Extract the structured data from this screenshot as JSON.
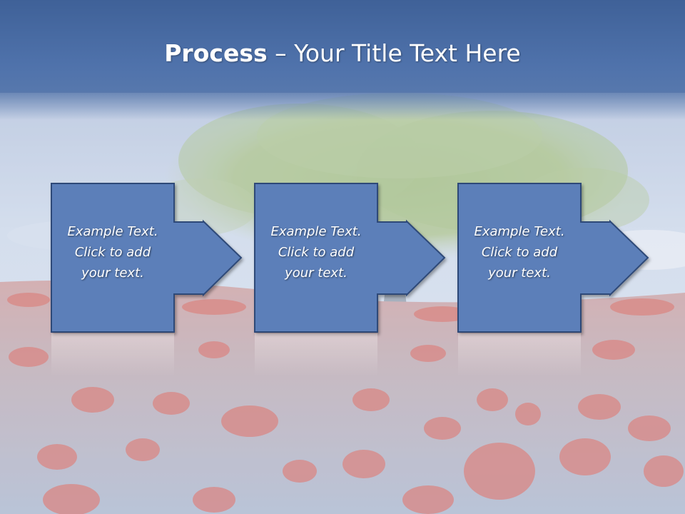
{
  "slide": {
    "title_bold": "Process",
    "title_rest": " – Your Title Text Here",
    "steps": [
      {
        "lines": [
          "Example Text.",
          "Click  to add",
          "your text."
        ]
      },
      {
        "lines": [
          "Example Text.",
          "Click  to add",
          "your text."
        ]
      },
      {
        "lines": [
          "Example Text.",
          "Click  to add",
          "your text."
        ]
      }
    ]
  },
  "colors": {
    "header": "#4a6ca6",
    "box_fill": "#5b7fb9",
    "box_border": "#2f4a78",
    "text": "#ffffff",
    "sky": "#c9d6e8",
    "poppy": "#e35a4e",
    "tree": "#9fba72"
  },
  "background_image": "tree-and-poppy-field-photo"
}
